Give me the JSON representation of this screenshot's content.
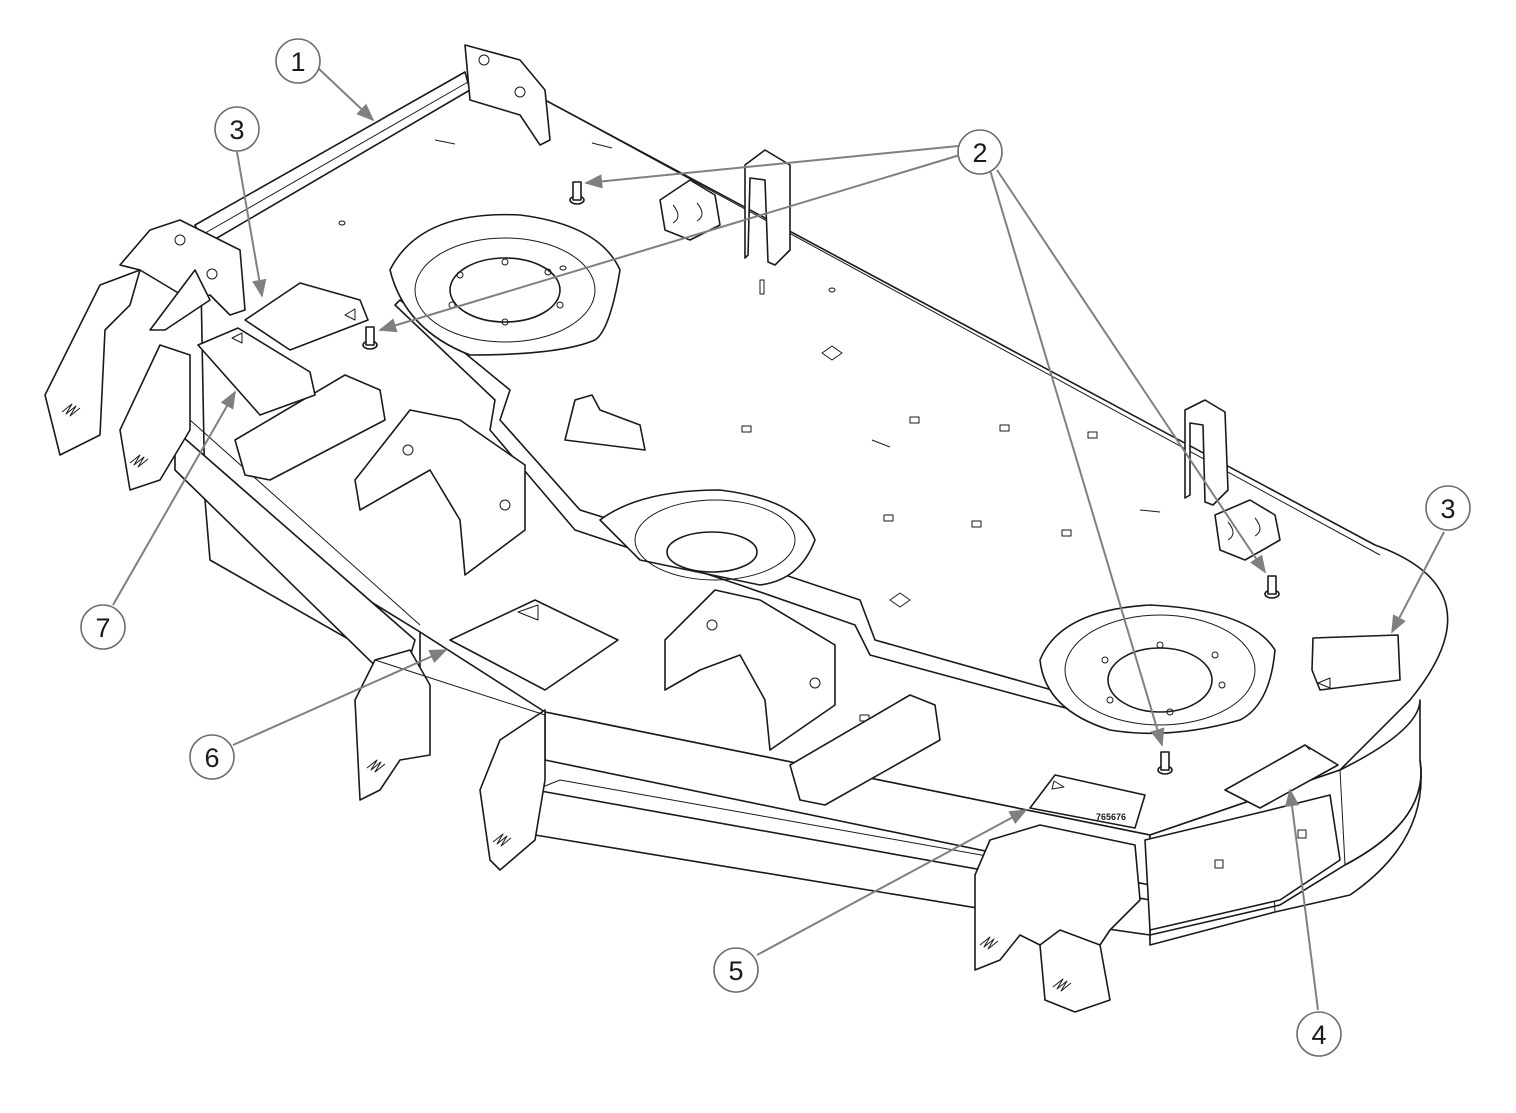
{
  "colors": {
    "line": "#1a1a1a",
    "leader": "#808080",
    "callout_border": "#6e6e6e",
    "background": "#ffffff"
  },
  "decal_part_number": "765676",
  "callouts": [
    {
      "id": "c1",
      "label": "1"
    },
    {
      "id": "c2",
      "label": "2"
    },
    {
      "id": "c3a",
      "label": "3"
    },
    {
      "id": "c3b",
      "label": "3"
    },
    {
      "id": "c4",
      "label": "4"
    },
    {
      "id": "c5",
      "label": "5"
    },
    {
      "id": "c6",
      "label": "6"
    },
    {
      "id": "c7",
      "label": "7"
    }
  ]
}
